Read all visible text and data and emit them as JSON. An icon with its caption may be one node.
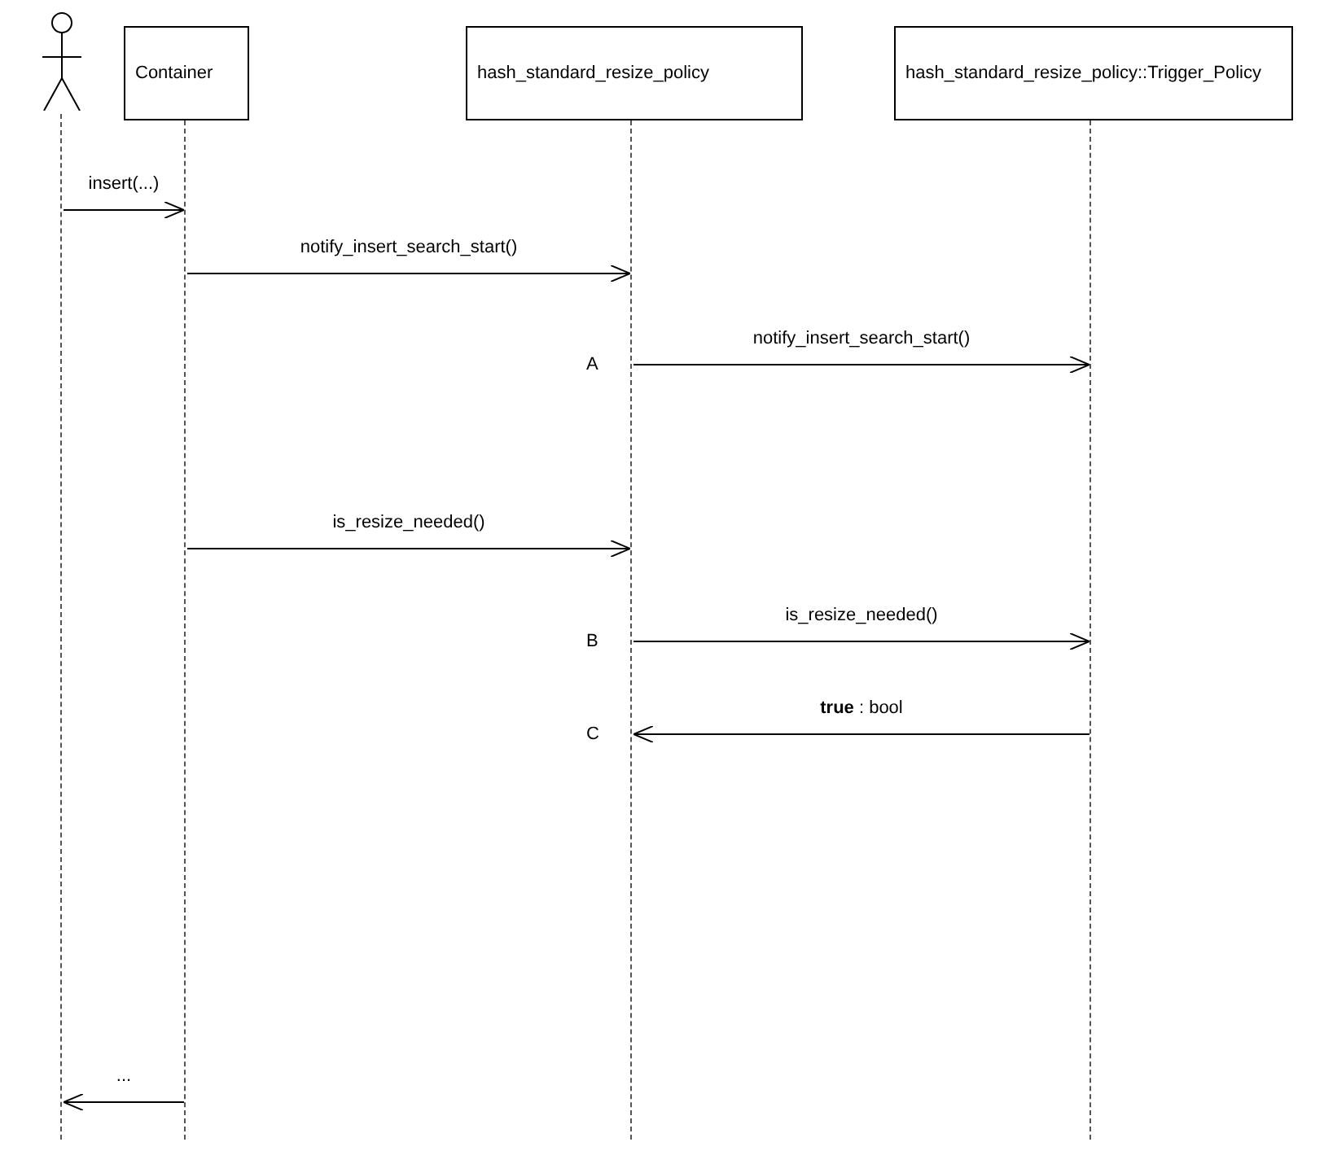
{
  "diagram": {
    "nodes": [
      {
        "text": [],
        "shape": "person"
      },
      {
        "text": [
          "Container"
        ]
      },
      {
        "text": [
          "hash_standard_resize_policy"
        ]
      },
      {
        "text": [
          "hash_standard_resize_policy::Trigger_Policy"
        ]
      },
      {
        "text": [],
        "shape": "line"
      },
      {
        "text": [],
        "shape": "line"
      },
      {
        "text": [],
        "shape": "line"
      },
      {
        "text": [],
        "shape": "line"
      }
    ],
    "edges": [
      {
        "from": 4,
        "to": 5,
        "arrow": "to",
        "label": "insert(...)"
      },
      {
        "from": 5,
        "to": 6,
        "arrow": "to",
        "label": "notify_insert_search_start()"
      },
      {
        "from": 6,
        "to": 7,
        "arrow": "to",
        "label": "notify_insert_search_start()"
      },
      {
        "from": 5,
        "to": 6,
        "arrow": "to",
        "label": "is_resize_needed()"
      },
      {
        "from": 6,
        "to": 7,
        "arrow": "to",
        "label": "is_resize_needed()"
      },
      {
        "from": 7,
        "to": 6,
        "arrow": "to",
        "label": "**true** : bool"
      },
      {
        "from": 5,
        "to": 4,
        "arrow": "to",
        "label": "..."
      }
    ],
    "labels": [
      "A",
      "B",
      "C"
    ]
  }
}
